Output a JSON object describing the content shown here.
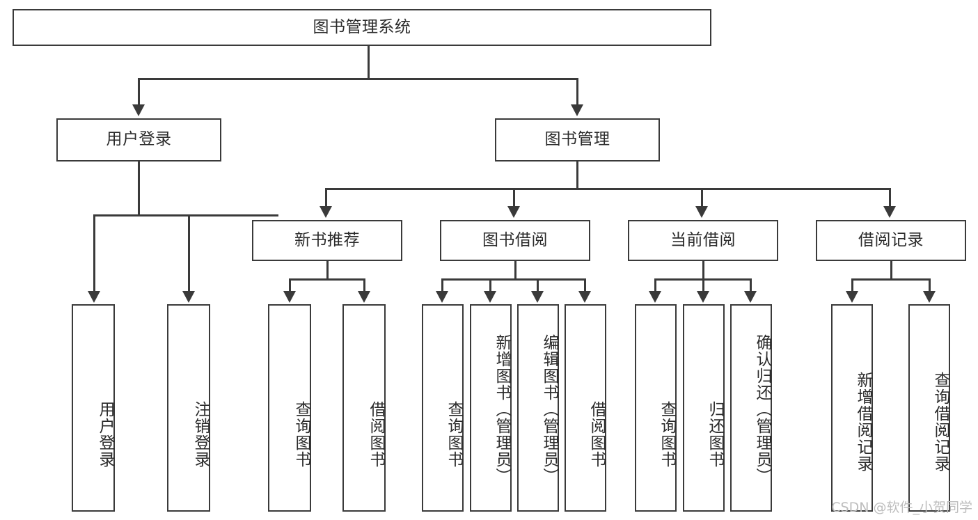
{
  "diagram": {
    "type": "hierarchy-tree",
    "title": "图书管理系统",
    "watermark": "CSDN @软件_小贺同学",
    "colors": {
      "background": "#ffffff",
      "border": "#3a3a3a",
      "text": "#2b2b2b",
      "watermark": "#bdbdbd"
    },
    "levels": {
      "root": {
        "label": "图书管理系统"
      },
      "level2": [
        {
          "label": "用户登录"
        },
        {
          "label": "图书管理"
        }
      ],
      "level3": [
        {
          "label": "新书推荐"
        },
        {
          "label": "图书借阅"
        },
        {
          "label": "当前借阅"
        },
        {
          "label": "借阅记录"
        }
      ],
      "leaves": {
        "user_login": [
          {
            "label": "用户登录"
          },
          {
            "label": "注销登录"
          }
        ],
        "new_book_recommend": [
          {
            "label": "查询图书"
          },
          {
            "label": "借阅图书"
          }
        ],
        "book_borrow": [
          {
            "label": "查询图书"
          },
          {
            "label": "新增图书（管理员）"
          },
          {
            "label": "编辑图书（管理员）"
          },
          {
            "label": "借阅图书"
          }
        ],
        "current_borrow": [
          {
            "label": "查询图书"
          },
          {
            "label": "归还图书"
          },
          {
            "label": "确认归还（管理员）"
          }
        ],
        "borrow_record": [
          {
            "label": "新增借阅记录"
          },
          {
            "label": "查询借阅记录"
          }
        ]
      }
    }
  }
}
